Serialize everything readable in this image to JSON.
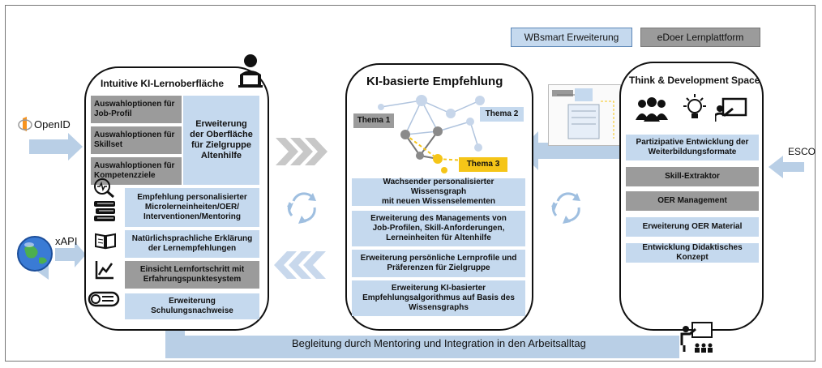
{
  "legend": {
    "wbsmart": "WBsmart Erweiterung",
    "edoer": "eDoer Lernplattform"
  },
  "left_panel": {
    "title": "Intuitive KI-Lernoberfläche",
    "options": [
      "Auswahloptionen für\nJob-Profil",
      "Auswahloptionen für\nSkillset",
      "Auswahloptionen für\nKompetenzziele"
    ],
    "extension": "Erweiterung\nder Oberfläche\nfür Zielgruppe\nAltenhilfe",
    "rows": [
      "Empfehlung personalisierter\nMicrolerneinheiten/OER/\nInterventionen/Mentoring",
      "Natürlichsprachliche Erklärung\nder Lernempfehlungen",
      "Einsicht Lernfortschritt mit\nErfahrungspunktesystem",
      "Erweiterung\nSchulungsnachweise"
    ]
  },
  "middle_panel": {
    "title": "KI-basierte Empfehlung",
    "themes": [
      "Thema 1",
      "Thema 2",
      "Thema 3"
    ],
    "rows": [
      "Wachsender personalisierter Wissensgraph\nmit neuen Wissenselementen",
      "Erweiterung des Managements von\nJob-Profilen, Skill-Anforderungen,\nLerneinheiten für Altenhilfe",
      "Erweiterung persönliche Lernprofile und\nPräferenzen für Zielgruppe",
      "Erweiterung KI-basierter\nEmpfehlungsalgorithmus auf Basis des\nWissensgraphs"
    ]
  },
  "right_panel": {
    "title": "Think & Development Space",
    "rows": [
      "Partizipative Entwicklung der\nWeiterbildungsformate",
      "Skill-Extraktor",
      "OER Management",
      "Erweiterung OER Material",
      "Entwicklung Didaktisches Konzept"
    ]
  },
  "external": {
    "openid": "OpenID",
    "xapi": "xAPI",
    "esco": "ESCO"
  },
  "bottom_caption": "Begleitung durch Mentoring und Integration in den Arbeitsalltag",
  "colors": {
    "blue": "#c5d9ee",
    "gray": "#9b9b9b",
    "arrow": "#b9cfe6",
    "yellow": "#f5c518"
  },
  "icons": [
    "user-laptop-icon",
    "ai-brain-icon",
    "books-icon",
    "book-icon",
    "chart-icon",
    "certificate-icon",
    "team-icon",
    "lightbulb-icon",
    "presentation-icon",
    "globe-icon",
    "openid-logo-icon",
    "cycle-icon",
    "chevrons-right-icon",
    "chevrons-left-icon",
    "trainer-icon"
  ]
}
